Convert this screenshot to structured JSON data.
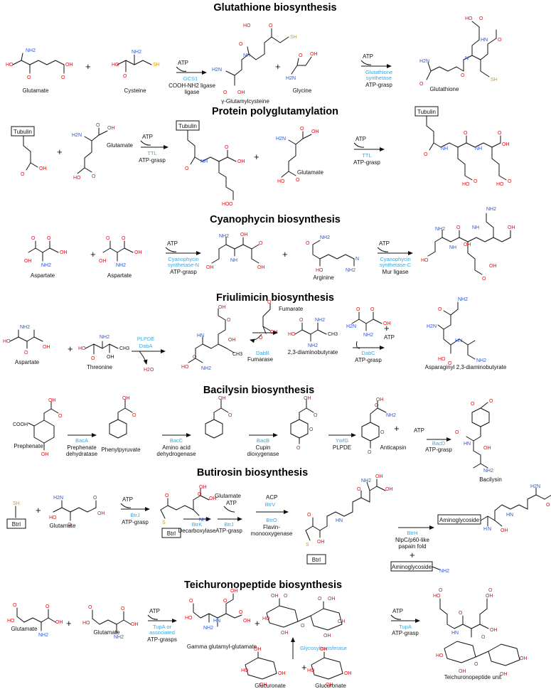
{
  "sections": [
    {
      "title": "Glutathione biosynthesis",
      "compounds": [
        "Glutamate",
        "Cysteine",
        "γ-Glutamylcysteine",
        "Glycine",
        "Glutathione"
      ],
      "steps": [
        {
          "cofactor": "ATP",
          "enzyme": "GCS1",
          "enzyme_class": "COOH-NH2 ligase"
        },
        {
          "cofactor": "ATP",
          "enzyme": "Glutathione synthetase",
          "enzyme_class": "ATP-grasp"
        }
      ]
    },
    {
      "title": "Protein polyglutamylation",
      "compounds": [
        "Glutamate",
        "Glutamate"
      ],
      "boxes": [
        "Tubulin",
        "Tubulin",
        "Tubulin"
      ],
      "steps": [
        {
          "cofactor": "ATP",
          "enzyme": "TTL",
          "enzyme_class": "ATP-grasp"
        },
        {
          "cofactor": "ATP",
          "enzyme": "TTL",
          "enzyme_class": "ATP-grasp"
        }
      ]
    },
    {
      "title": "Cyanophycin biosynthesis",
      "compounds": [
        "Aspartate",
        "Aspartate",
        "Arginine"
      ],
      "steps": [
        {
          "cofactor": "ATP",
          "enzyme": "Cyanophycin synthetase-N",
          "enzyme_class": "ATP-grasp"
        },
        {
          "cofactor": "ATP",
          "enzyme": "Cyanophycin synthetase-C",
          "enzyme_class": "Mur ligase"
        }
      ]
    },
    {
      "title": "Friulimicin biosynthesis",
      "compounds": [
        "Aspartate",
        "Threonine",
        "2,3-diaminobutyrate",
        "Asparaginyl 2,3-diaminobutyrate"
      ],
      "side_products": [
        "H2O",
        "Fumarate",
        "Fumarase",
        "ATP"
      ],
      "steps": [
        {
          "enzyme": "PLPDE",
          "enzyme2": "DabA"
        },
        {
          "enzyme": "DabB"
        },
        {
          "enzyme": "DabC",
          "enzyme_class": "ATP-grasp"
        }
      ]
    },
    {
      "title": "Bacilysin biosynthesis",
      "compounds": [
        "Prephenate",
        "Phenylpyruvate",
        "Anticapsin",
        "Bacilysin"
      ],
      "steps": [
        {
          "enzyme": "BacA",
          "enzyme_class": "Prephenate dehydratase"
        },
        {
          "enzyme": "BacC",
          "enzyme_class": "Amino acid dehydrogenase"
        },
        {
          "enzyme": "BacB",
          "enzyme_class": "Cupin dioxygenase"
        },
        {
          "enzyme": "YwfG",
          "enzyme_class": "PLPDE"
        },
        {
          "cofactor": "ATP",
          "enzyme": "BacD",
          "enzyme_class": "ATP-grasp"
        }
      ]
    },
    {
      "title": "Butirosin biosynthesis",
      "compounds": [
        "Glutamate",
        "Glutamate"
      ],
      "boxes": [
        "BtrI",
        "BtrI",
        "BtrI",
        "Aminoglycoside",
        "Aminoglycoside"
      ],
      "steps": [
        {
          "cofactor": "ATP",
          "enzyme": "BtrJ",
          "enzyme_class": "ATP-grasp"
        },
        {
          "enzyme": "BtrK",
          "enzyme_class": "Decarboxylase"
        },
        {
          "cofactor": "ATP",
          "enzyme": "BtrJ",
          "enzyme_class": "ATP-grasp"
        },
        {
          "cofactor": "ACP",
          "enzyme": "BtrV",
          "enzyme2": "BtrO",
          "enzyme_class": "Flavin-monooxygenase"
        },
        {
          "enzyme": "BtrH",
          "enzyme_class": "NlpC/p60-like papain fold"
        }
      ]
    },
    {
      "title": "Teichuronopeptide biosynthesis",
      "compounds": [
        "Glutamate",
        "Glutamate",
        "Gamma glutamyl-glutamate",
        "Glucuronate",
        "Glucuronate",
        "Teichuronopeptide unit"
      ],
      "steps": [
        {
          "cofactor": "ATP",
          "enzyme": "TupA or associated",
          "enzyme_class": "ATP-grasps"
        },
        {
          "enzyme": "Glycosyltransferase"
        },
        {
          "cofactor": "ATP",
          "enzyme": "TupA",
          "enzyme_class": "ATP-grasp"
        }
      ]
    }
  ],
  "atom_labels": {
    "OH": "OH",
    "O": "O",
    "NH2": "NH2",
    "NH": "NH",
    "HO": "HO",
    "H2N": "H2N",
    "SH": "SH",
    "S": "S",
    "COOH": "COOH",
    "HN": "HN",
    "N": "N",
    "H": "H"
  },
  "colors": {
    "oxygen": "#e0101a",
    "nitrogen": "#2a55d8",
    "sulfur": "#d4a000",
    "enzyme": "#3aa6e0"
  }
}
